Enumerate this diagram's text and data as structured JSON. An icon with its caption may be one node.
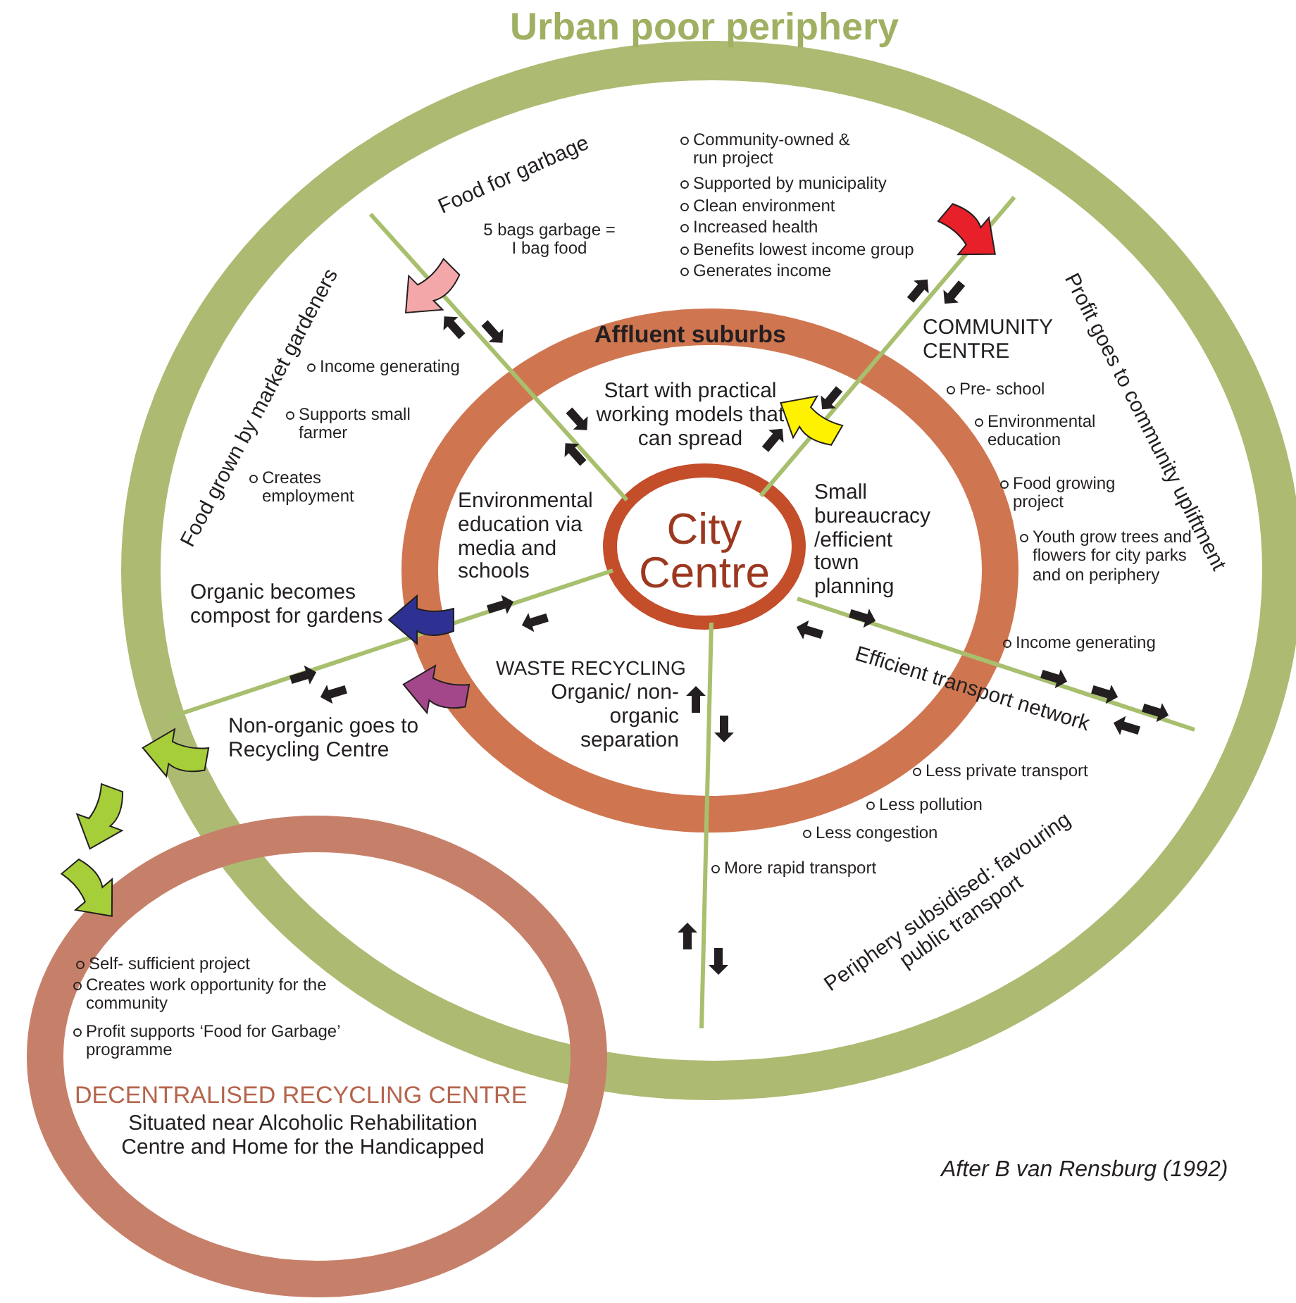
{
  "diagram": {
    "caption": "After B van Rensburg (1992)",
    "nodes": [
      {
        "text": [
          "Urban poor periphery"
        ]
      },
      {
        "text": [
          "Affluent suburbs"
        ],
        "in": 0
      },
      {
        "text": [
          "City Centre"
        ],
        "in": 1
      },
      {
        "text": [
          "Self- sufficient project",
          "Creates work opportunity for the community",
          "Profit supports ‘Food for Garbage’ programme",
          "DECENTRALISED RECYCLING CENTRE",
          "Situated near Alcoholic Rehabilitation Centre and Home for the Handicapped"
        ]
      }
    ],
    "labels": [
      "Food for garbage",
      "5 bags garbage = I bag food",
      "Community-owned & run project",
      "Supported by municipality",
      "Clean environment",
      "Increased health",
      "Benefits lowest income group",
      "Generates income",
      "Food grown by market gardeners",
      "Income generating",
      "Supports small farmer",
      "Creates employment",
      "COMMUNITY CENTRE",
      "Profit goes to community upliftment",
      "Pre- school",
      "Environmental education",
      "Food growing project",
      "Youth grow trees and flowers for city parks and on periphery",
      "Income generating",
      "Start with practical working models that can spread",
      "Environmental education via media and schools",
      "Small bureaucracy /efficient town planning",
      "Organic becomes compost for gardens",
      "WASTE RECYCLING",
      "Organic/ non-organic separation",
      "Efficient transport network",
      "Non-organic goes to Recycling Centre",
      "Less private transport",
      "Less pollution",
      "Less congestion",
      "More rapid transport",
      "Periphery subsidised: favouring public transport"
    ]
  }
}
